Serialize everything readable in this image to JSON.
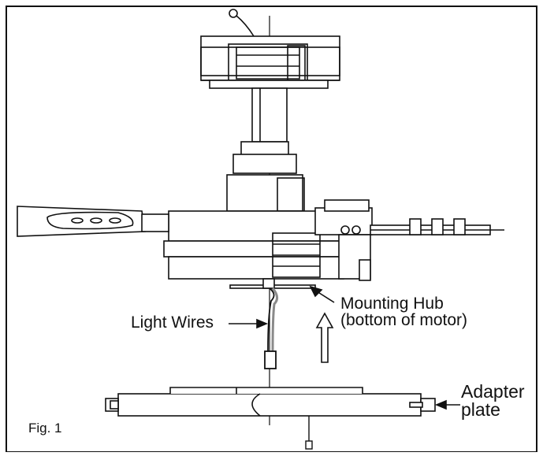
{
  "labels": {
    "light_wires": "Light Wires",
    "mounting_hub_line1": "Mounting Hub",
    "mounting_hub_line2": "(bottom of motor)",
    "adapter_line1": "Adapter",
    "adapter_line2": "plate",
    "figure": "Fig. 1"
  },
  "colors": {
    "line": "#111111",
    "wire": "#8a8a8a",
    "background": "#ffffff"
  }
}
